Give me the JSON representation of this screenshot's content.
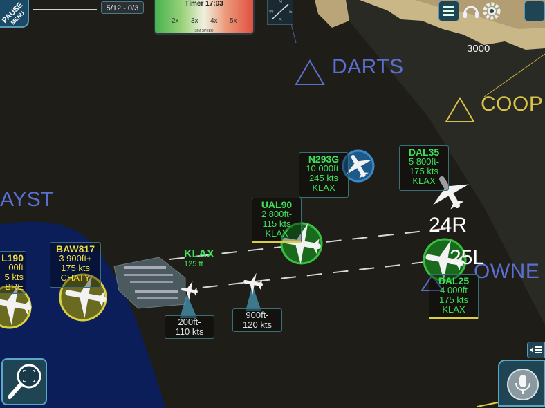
{
  "hud": {
    "pause_label": "PAUSE",
    "menu_label": "MENU",
    "score": "5/12 - 0/3",
    "timer": "Timer 17:03",
    "speeds": [
      "2x",
      "3x",
      "4x",
      "5x"
    ],
    "speed_caption": "SIM SPEED",
    "compass": {
      "n": "N",
      "s": "S",
      "e": "E",
      "w": "W"
    }
  },
  "map": {
    "waypoints": [
      {
        "name": "DARTS",
        "color": "#5a6fd0"
      },
      {
        "name": "COOP",
        "color": "#d8c24a"
      },
      {
        "name": "AYST",
        "color": "#5a6fd0"
      },
      {
        "name": "OWNE",
        "color": "#5a6fd0"
      }
    ],
    "terrain_label": "3000",
    "runways": {
      "r1": "24R",
      "r2": "25L"
    },
    "airport": {
      "name": "KLAX",
      "elevation": "125 ft"
    }
  },
  "flights": [
    {
      "callsign": "N293G",
      "alt": "10 000ft-",
      "speed": "245 kts",
      "dest": "KLAX",
      "color": "green"
    },
    {
      "callsign": "DAL35",
      "alt": "5 800ft-",
      "speed": "175 kts",
      "dest": "KLAX",
      "color": "green"
    },
    {
      "callsign": "UAL90",
      "alt": "2 800ft-",
      "speed": "115 kts",
      "dest": "KLAX",
      "color": "green"
    },
    {
      "callsign": "DAL25",
      "alt": "4 000ft",
      "speed": "175 kts",
      "dest": "KLAX",
      "color": "green"
    },
    {
      "callsign": "BAW817",
      "alt": "3 900ft+",
      "speed": "175 kts",
      "dest": "CHATY",
      "color": "yellow"
    },
    {
      "callsign": "L190",
      "alt": "00ft",
      "speed": "5 kts",
      "dest": "BRE",
      "color": "yellow"
    },
    {
      "callsign": "",
      "alt": "200ft-",
      "speed": "110 kts",
      "dest": "",
      "color": "white"
    },
    {
      "callsign": "",
      "alt": "900ft-",
      "speed": "120 kts",
      "dest": "",
      "color": "white"
    }
  ],
  "colors": {
    "water": "#0c1e5a",
    "land": "#1e1d18",
    "terrain": "#c9b787",
    "accent": "#5a9ab8",
    "tag_green": "#3ee05a",
    "tag_yellow": "#f0de3c"
  },
  "icons": [
    "pause-menu-icon",
    "checklist-icon",
    "headset-icon",
    "gear-icon",
    "magnifier-icon",
    "microphone-icon",
    "list-icon",
    "compass-icon"
  ]
}
